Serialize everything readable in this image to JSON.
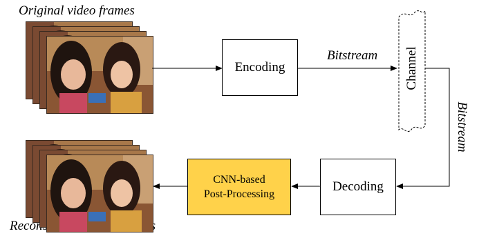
{
  "labels": {
    "original_frames": "Original video frames",
    "reconstructed_frames": "Reconstructed video frames",
    "bitstream_top": "Bitstream",
    "bitstream_side": "Bitstream"
  },
  "boxes": {
    "encoding": "Encoding",
    "channel": "Channel",
    "decoding": "Decoding",
    "post_processing_line1": "CNN-based",
    "post_processing_line2": "Post-Processing"
  },
  "colors": {
    "post_processing_fill": "#FFD24A",
    "line": "#000000"
  }
}
